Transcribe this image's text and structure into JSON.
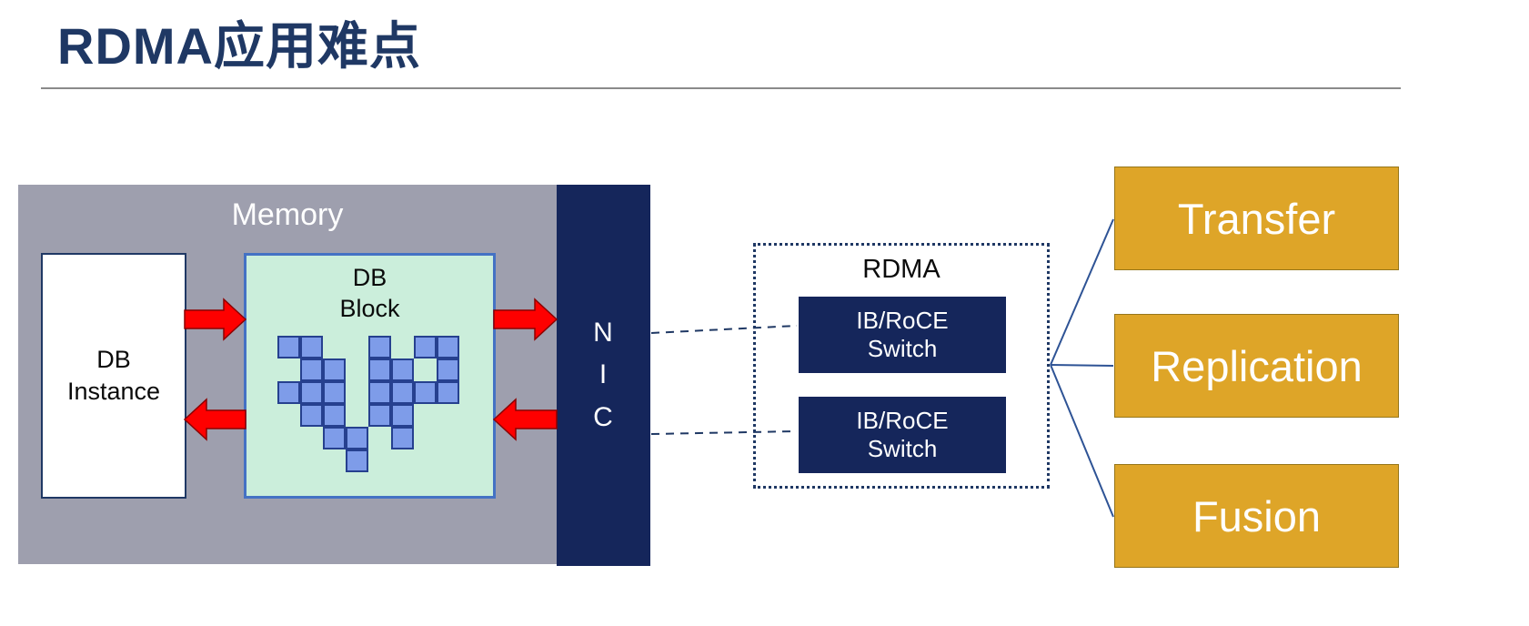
{
  "title": "RDMA应用难点",
  "colors": {
    "title_navy": "#1F3864",
    "memory_gray": "#9E9FAE",
    "nic_navy": "#15265B",
    "block_mint": "#CBEEDB",
    "block_border_blue": "#4472C4",
    "square_blue": "#7E9CE9",
    "arrow_red": "#FE0000",
    "output_orange": "#DEA528",
    "connector_blue": "#2E5395"
  },
  "diagram": {
    "memory_label": "Memory",
    "db_instance_label": "DB\nInstance",
    "db_block_label": "DB\nBlock",
    "nic_label": "N\nI\nC",
    "rdma_label": "RDMA",
    "switch_top_label": "IB/RoCE\nSwitch",
    "switch_bottom_label": "IB/RoCE\nSwitch",
    "block_pattern": [
      "XX..X.XX",
      ".XX.XX.X",
      "XXX.XXXX",
      ".XX.XX..",
      "..XX.X..",
      "...X...."
    ]
  },
  "outputs": [
    {
      "label": "Transfer"
    },
    {
      "label": "Replication"
    },
    {
      "label": "Fusion"
    }
  ]
}
